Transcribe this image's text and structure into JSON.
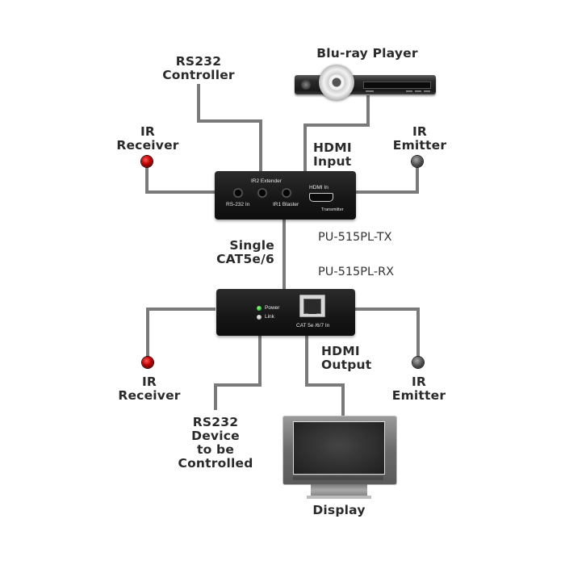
{
  "diagram": {
    "labels": {
      "rs232_controller": [
        "RS232",
        "Controller"
      ],
      "bluray_player": "Blu-ray Player",
      "ir_receiver_top": [
        "IR",
        "Receiver"
      ],
      "ir_emitter_top": [
        "IR",
        "Emitter"
      ],
      "hdmi_input": [
        "HDMI",
        "Input"
      ],
      "single_cat": [
        "Single",
        "CAT5e/6"
      ],
      "ir_receiver_bottom": [
        "IR",
        "Receiver"
      ],
      "ir_emitter_bottom": [
        "IR",
        "Emitter"
      ],
      "hdmi_output": [
        "HDMI",
        "Output"
      ],
      "rs232_device": [
        "RS232",
        "Device",
        "to be",
        "Controlled"
      ],
      "display": "Display"
    },
    "models": {
      "transmitter": "PU-515PL-TX",
      "receiver": "PU-515PL-RX"
    },
    "transmitter_panel": {
      "ir2_extender": "IR2 Extender",
      "rs232_in": "RS-232 In",
      "ir1_blaster": "IR1 Blaster",
      "hdmi_in": "HDMI In",
      "unit_name": "Transmitter"
    },
    "receiver_panel": {
      "power": "Power",
      "link": "Link",
      "cat_in": "CAT 5e /6/7 In"
    },
    "colors": {
      "wire": "#7a7a7a",
      "power_led": "#3cc43c",
      "link_led": "#bdbdbd",
      "ir_receiver": "#c00000",
      "device_body": "#1a1a1a"
    }
  }
}
